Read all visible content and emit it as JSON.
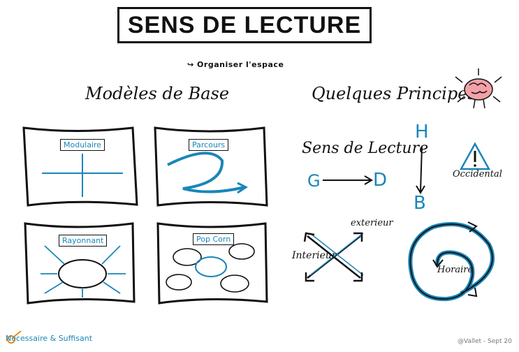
{
  "title": "SENS DE LECTURE",
  "subtitle": "Organiser l'espace",
  "left_heading": "Modèles de Base",
  "right_heading": "Quelques Principes",
  "panels": [
    {
      "label": "Modulaire"
    },
    {
      "label": "Parcours"
    },
    {
      "label": "Rayonnant"
    },
    {
      "label": "Pop Corn"
    }
  ],
  "principles": {
    "reading_direction": "Sens de Lecture",
    "g": "G",
    "d": "D",
    "h": "H",
    "b": "B",
    "occidental": "Occidental",
    "exterieur": "exterieur",
    "interieur": "Interieur",
    "horaire": "Horaire"
  },
  "footer": {
    "brand": "Necessaire & Suffisant",
    "credit": "@Vallet - Sept 20"
  },
  "colors": {
    "accent": "#1a86b8",
    "ink": "#111111"
  }
}
